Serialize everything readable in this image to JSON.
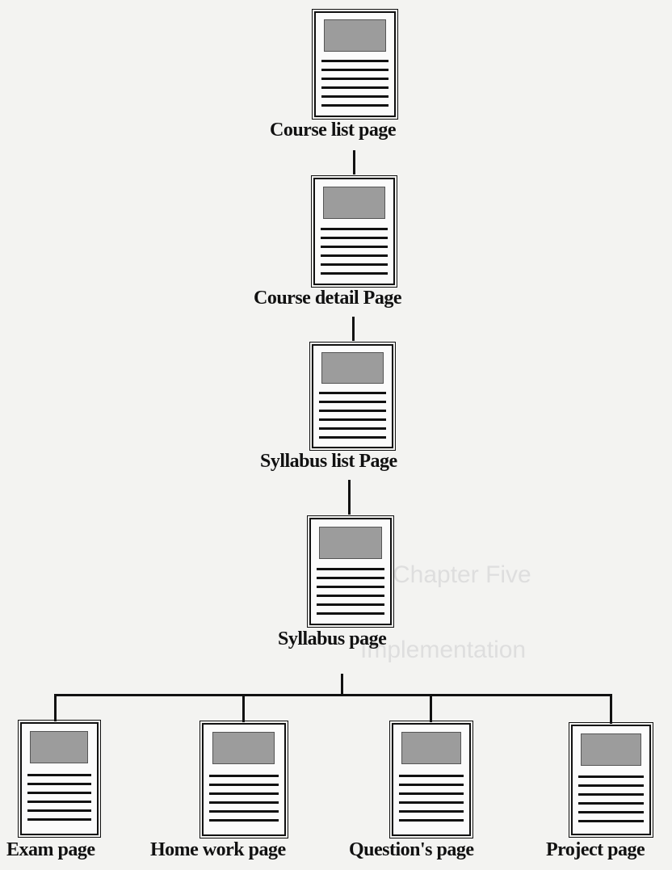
{
  "nodes": [
    {
      "id": "course-list",
      "label": "Course list page"
    },
    {
      "id": "course-detail",
      "label": "Course detail Page"
    },
    {
      "id": "syllabus-list",
      "label": "Syllabus list Page"
    },
    {
      "id": "syllabus",
      "label": "Syllabus page"
    },
    {
      "id": "exam",
      "label": "Exam page"
    },
    {
      "id": "homework",
      "label": "Home work page"
    },
    {
      "id": "questions",
      "label": "Question's page"
    },
    {
      "id": "project",
      "label": "Project page"
    }
  ],
  "edges": [
    [
      "course-list",
      "course-detail"
    ],
    [
      "course-detail",
      "syllabus-list"
    ],
    [
      "syllabus-list",
      "syllabus"
    ],
    [
      "syllabus",
      "exam"
    ],
    [
      "syllabus",
      "homework"
    ],
    [
      "syllabus",
      "questions"
    ],
    [
      "syllabus",
      "project"
    ]
  ],
  "background_text": {
    "line1": "Chapter Five",
    "line2": "Implementation"
  }
}
